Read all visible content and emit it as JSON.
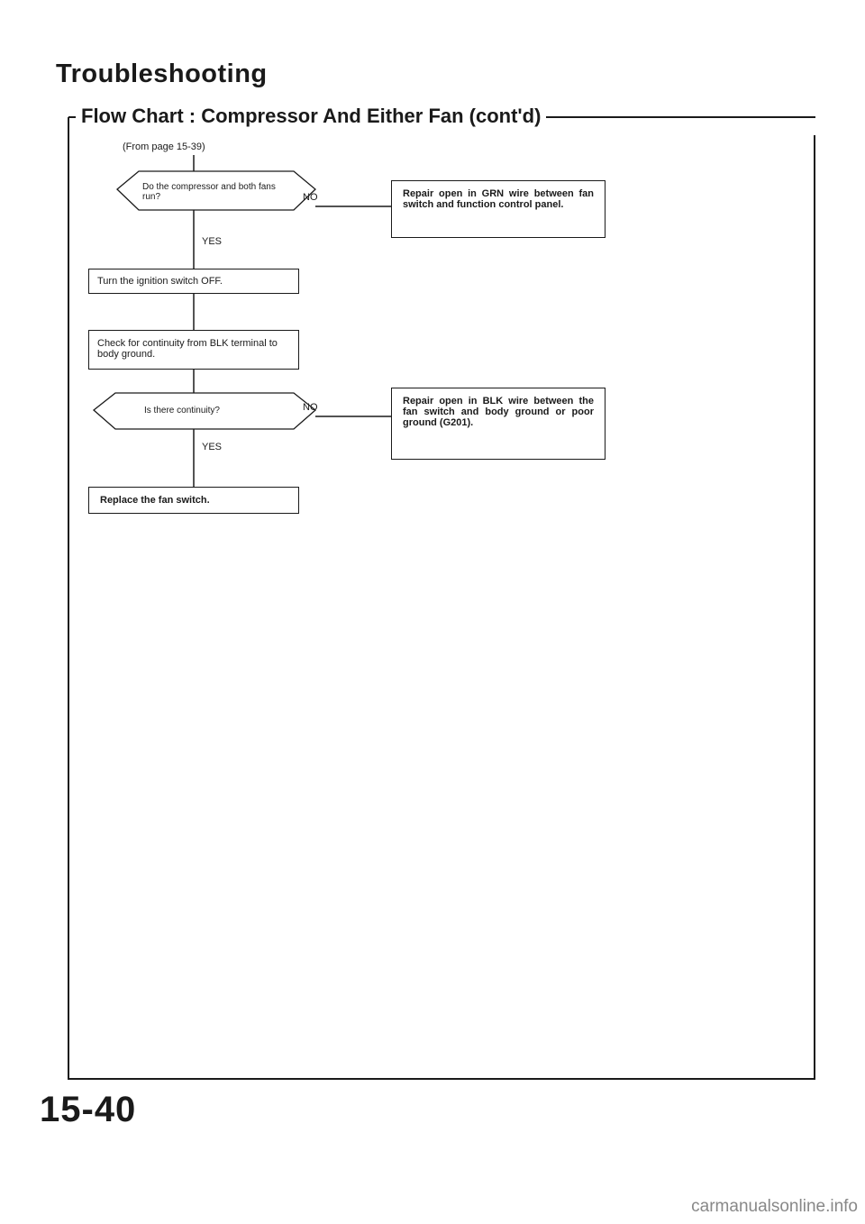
{
  "header": {
    "title": "Troubleshooting",
    "subtitle": "Flow Chart : Compressor And Either Fan (cont'd)"
  },
  "flow": {
    "from_ref": "(From page 15-39)",
    "decision_1": "Do the compressor and both fans run?",
    "decision_1_no": "NO",
    "decision_1_yes": "YES",
    "repair_1": "Repair open in GRN wire between fan switch and function control panel.",
    "step_1": "Turn the ignition switch OFF.",
    "step_2": "Check for continuity from BLK terminal to body ground.",
    "decision_2": "Is there continuity?",
    "decision_2_no": "NO",
    "decision_2_yes": "YES",
    "repair_2": "Repair open in BLK wire between the fan switch and body ground or poor ground (G201).",
    "step_3": "Replace the fan switch."
  },
  "footer": {
    "page_number": "15-40",
    "watermark": "carmanualsonline.info"
  }
}
